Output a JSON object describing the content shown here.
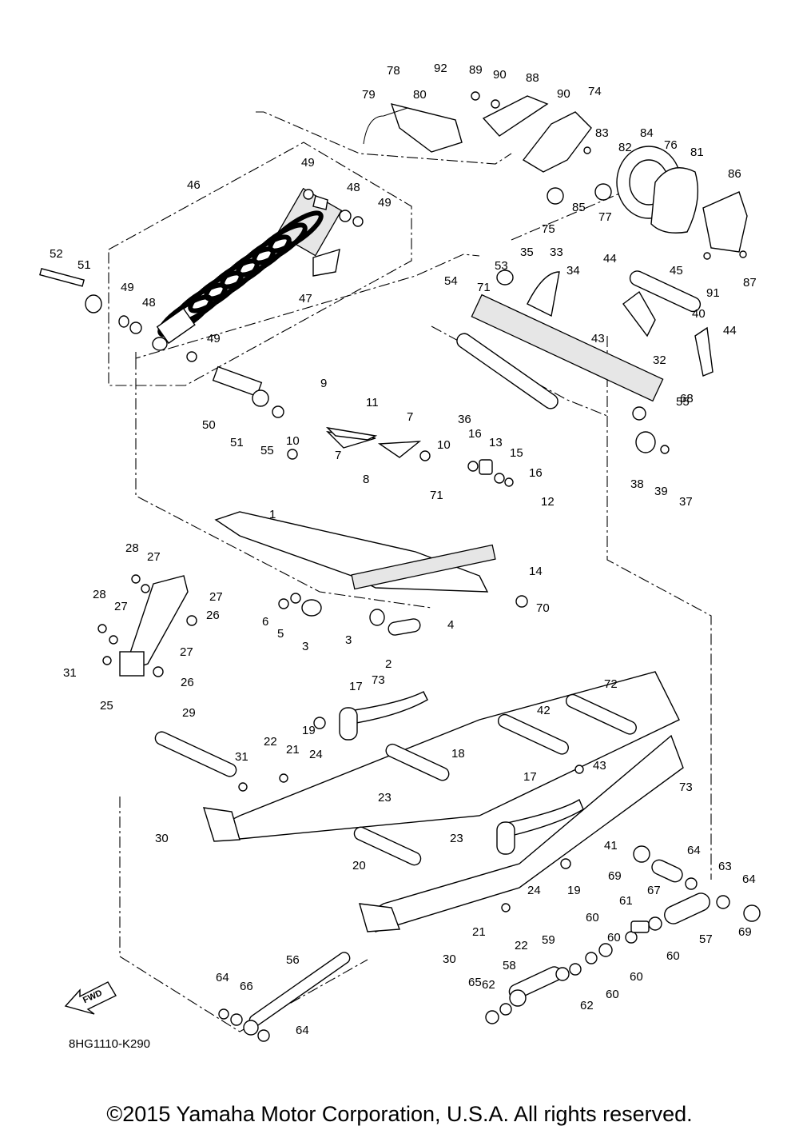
{
  "diagram": {
    "code": "8HG1110-K290",
    "fwd_label": "FWD",
    "copyright": "©2015 Yamaha Motor Corporation, U.S.A. All rights reserved.",
    "callouts": [
      "1",
      "2",
      "3",
      "3",
      "4",
      "5",
      "6",
      "7",
      "7",
      "8",
      "9",
      "10",
      "10",
      "11",
      "12",
      "13",
      "14",
      "15",
      "16",
      "16",
      "17",
      "17",
      "18",
      "19",
      "19",
      "20",
      "21",
      "21",
      "22",
      "22",
      "23",
      "23",
      "24",
      "24",
      "25",
      "26",
      "26",
      "27",
      "27",
      "27",
      "27",
      "28",
      "28",
      "29",
      "30",
      "30",
      "31",
      "31",
      "32",
      "33",
      "34",
      "35",
      "36",
      "37",
      "38",
      "39",
      "40",
      "41",
      "42",
      "43",
      "43",
      "44",
      "44",
      "45",
      "46",
      "47",
      "48",
      "48",
      "49",
      "49",
      "49",
      "49",
      "50",
      "51",
      "51",
      "52",
      "53",
      "54",
      "55",
      "55",
      "56",
      "57",
      "58",
      "59",
      "60",
      "60",
      "60",
      "60",
      "60",
      "61",
      "62",
      "62",
      "63",
      "64",
      "64",
      "64",
      "64",
      "65",
      "66",
      "67",
      "68",
      "69",
      "69",
      "70",
      "71",
      "71",
      "72",
      "73",
      "73",
      "74",
      "75",
      "76",
      "77",
      "78",
      "79",
      "80",
      "81",
      "82",
      "83",
      "84",
      "85",
      "86",
      "87",
      "88",
      "89",
      "90",
      "90",
      "91",
      "92"
    ]
  }
}
